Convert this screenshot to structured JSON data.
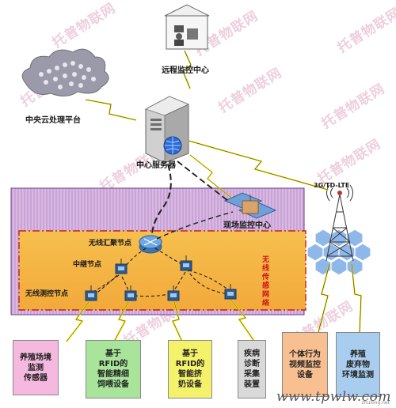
{
  "nodes": {
    "remote_center": "远程监控中心",
    "cloud_platform": "中央云处理平台",
    "central_server": "中心服务器",
    "field_center": "现场监控中心",
    "network": "3G/TD-LTE",
    "wireless_sink": "无线汇聚节点",
    "relay": "中继节点",
    "wireless_sensor_network": "无线传感网络",
    "measure_node": "无线测控节点"
  },
  "devices": [
    {
      "label": "养殖场境\n监测\n传感器",
      "color": "#f5b8de"
    },
    {
      "label": "基于\nRFID的\n智能精细\n饲喂设备",
      "color": "#a8e59a"
    },
    {
      "label": "基于\nRFID的\n智能挤\n奶设备",
      "color": "#f3f26a"
    },
    {
      "label": "疾病\n诊断\n采集\n装置",
      "color": "#d9d9d9"
    },
    {
      "label": "个体行为\n视频监控\n设备",
      "color": "#f8c090"
    },
    {
      "label": "养殖\n废弃物\n环境监测",
      "color": "#a9cdee"
    }
  ],
  "watermark": "托普物联网",
  "site": "www.tpwlw.com",
  "site_small": "zhulong.net"
}
